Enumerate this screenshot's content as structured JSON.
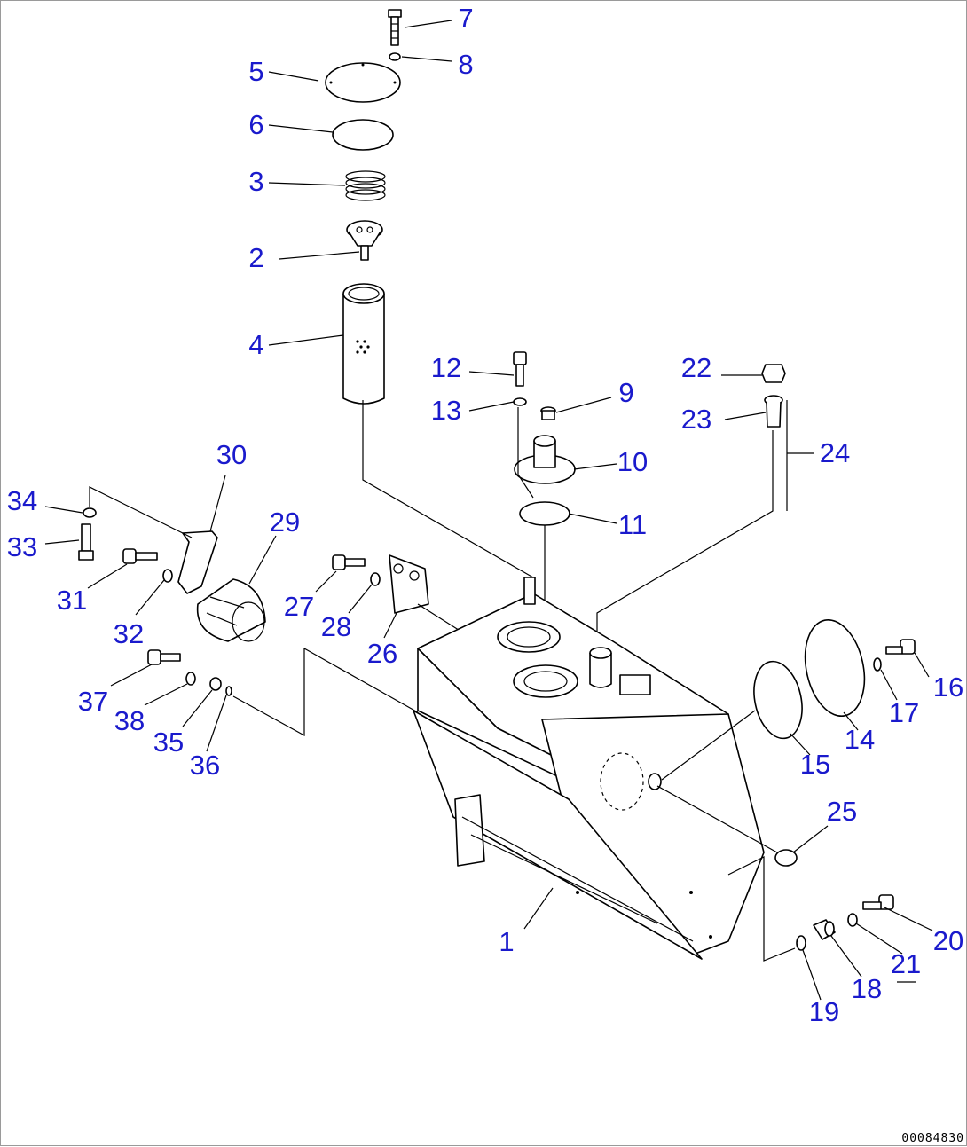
{
  "callouts": [
    {
      "id": "7",
      "text": "7"
    },
    {
      "id": "8",
      "text": "8"
    },
    {
      "id": "5",
      "text": "5"
    },
    {
      "id": "6",
      "text": "6"
    },
    {
      "id": "3",
      "text": "3"
    },
    {
      "id": "2",
      "text": "2"
    },
    {
      "id": "4",
      "text": "4"
    },
    {
      "id": "12",
      "text": "12"
    },
    {
      "id": "13",
      "text": "13"
    },
    {
      "id": "9",
      "text": "9"
    },
    {
      "id": "10",
      "text": "10"
    },
    {
      "id": "11",
      "text": "11"
    },
    {
      "id": "22",
      "text": "22"
    },
    {
      "id": "23",
      "text": "23"
    },
    {
      "id": "24",
      "text": "24"
    },
    {
      "id": "30",
      "text": "30"
    },
    {
      "id": "34",
      "text": "34"
    },
    {
      "id": "33",
      "text": "33"
    },
    {
      "id": "29",
      "text": "29"
    },
    {
      "id": "31",
      "text": "31"
    },
    {
      "id": "32",
      "text": "32"
    },
    {
      "id": "27",
      "text": "27"
    },
    {
      "id": "28",
      "text": "28"
    },
    {
      "id": "26",
      "text": "26"
    },
    {
      "id": "37",
      "text": "37"
    },
    {
      "id": "38",
      "text": "38"
    },
    {
      "id": "35",
      "text": "35"
    },
    {
      "id": "36",
      "text": "36"
    },
    {
      "id": "16",
      "text": "16"
    },
    {
      "id": "17",
      "text": "17"
    },
    {
      "id": "15",
      "text": "15"
    },
    {
      "id": "14",
      "text": "14"
    },
    {
      "id": "25",
      "text": "25"
    },
    {
      "id": "1",
      "text": "1"
    },
    {
      "id": "20",
      "text": "20"
    },
    {
      "id": "21",
      "text": "21"
    },
    {
      "id": "18",
      "text": "18"
    },
    {
      "id": "19",
      "text": "19"
    }
  ],
  "drawing_code": "00084830",
  "colors": {
    "callout": "#1a1acc",
    "line": "#000000"
  }
}
